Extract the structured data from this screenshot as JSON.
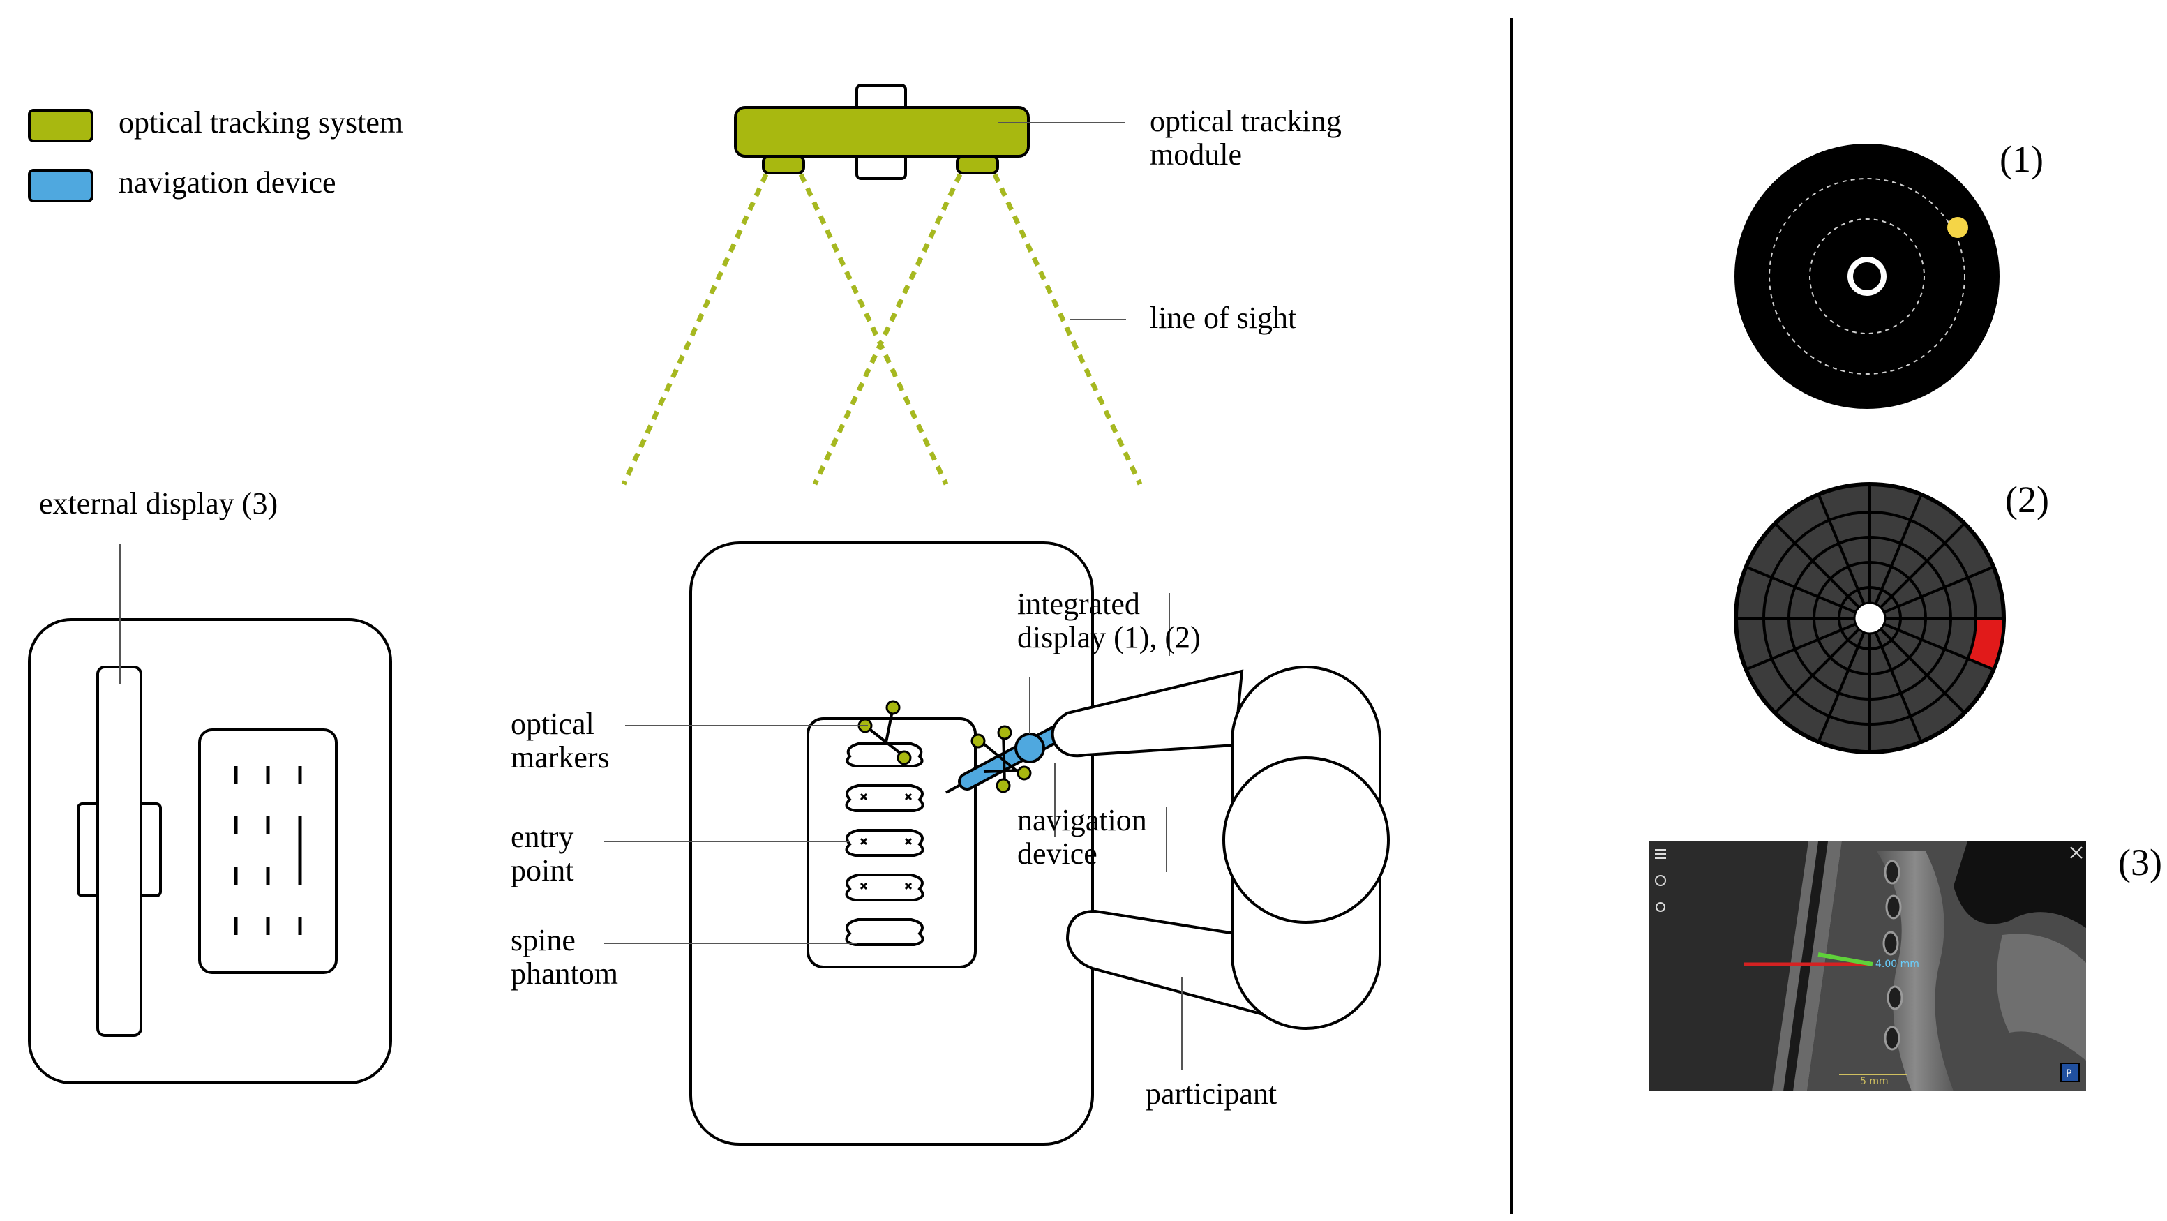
{
  "legend": {
    "items": [
      {
        "label": "optical tracking system",
        "color": "#a8b810"
      },
      {
        "label": "navigation device",
        "color": "#4fa8df"
      }
    ]
  },
  "labels": {
    "optical_tracking_module": [
      "optical tracking",
      "module"
    ],
    "line_of_sight": "line of sight",
    "external_display": "external display (3)",
    "integrated_display": [
      "integrated",
      "display (1), (2)"
    ],
    "optical_markers": [
      "optical",
      "markers"
    ],
    "entry_point": [
      "entry",
      "point"
    ],
    "spine_phantom": [
      "spine",
      "phantom"
    ],
    "navigation_device": [
      "navigation",
      "device"
    ],
    "participant": "participant"
  },
  "panels": {
    "p1": "(1)",
    "p2": "(2)",
    "p3": "(3)"
  },
  "screen3": {
    "measurement": "4.00 mm",
    "scale": "5 mm",
    "badge": "P"
  },
  "colors": {
    "tracking": "#a8b810",
    "navigation": "#4fa8df",
    "sight": "#a6b820",
    "target_dot": "#f5d547",
    "sector_red": "#e11a1a",
    "trajectory_red": "#d42222",
    "trajectory_green": "#5fd13a"
  }
}
